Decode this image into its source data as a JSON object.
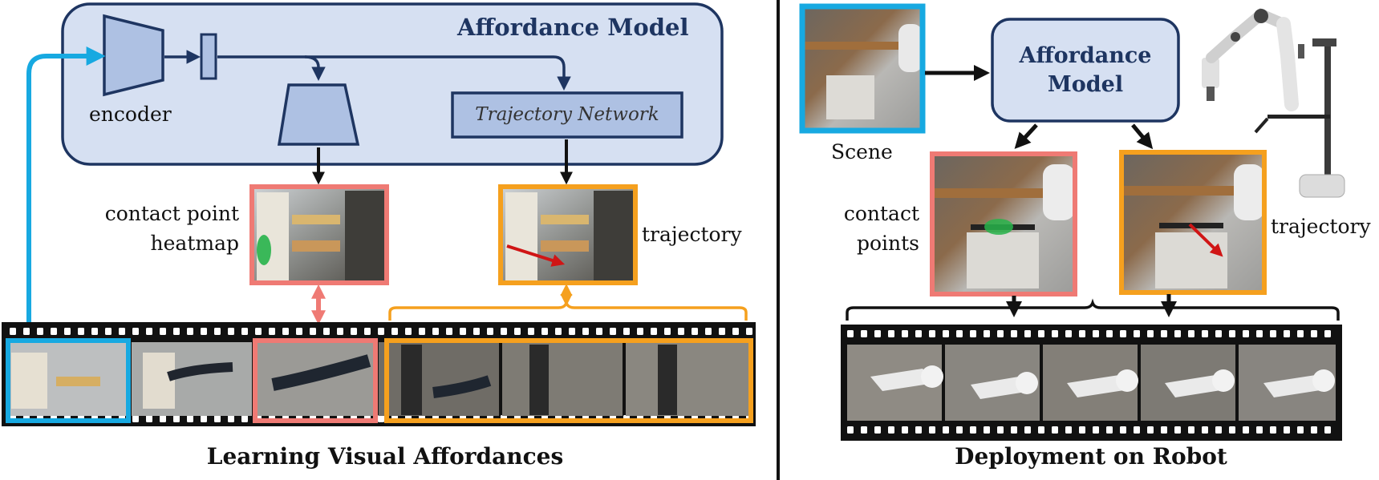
{
  "left_panel": {
    "model_title": "Affordance Model",
    "encoder_label": "encoder",
    "trajectory_network_label": "Trajectory Network",
    "heatmap_label_line1": "contact point",
    "heatmap_label_line2": "heatmap",
    "trajectory_label": "trajectory",
    "bottom_title": "Learning Visual Affordances"
  },
  "right_panel": {
    "model_box_line1": "Affordance",
    "model_box_line2": "Model",
    "scene_label": "Scene",
    "contact_label_line1": "contact",
    "contact_label_line2": "points",
    "trajectory_label": "trajectory",
    "bottom_title": "Deployment on Robot"
  },
  "colors": {
    "model_fill": "#d6e0f2",
    "model_stroke": "#1e3561",
    "encoder_fill": "#aec1e3",
    "cyan": "#17a9e1",
    "salmon": "#ef7a74",
    "orange": "#f5a01e",
    "green": "#27b34a",
    "red_arrow": "#d01515"
  }
}
